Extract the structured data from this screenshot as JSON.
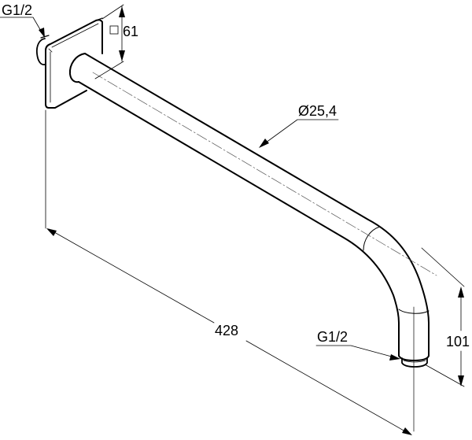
{
  "diagram": {
    "type": "technical-drawing",
    "subject": "shower arm with square wall flange",
    "colors": {
      "line": "#000000",
      "background": "#ffffff",
      "centerline": "#555555"
    },
    "dimensions": {
      "inlet_thread": "G1/2",
      "flange_size_symbol": "□",
      "flange_size": "61",
      "pipe_diameter": "Ø25,4",
      "projection_length": "428",
      "outlet_thread": "G1/2",
      "drop_height": "101"
    }
  }
}
